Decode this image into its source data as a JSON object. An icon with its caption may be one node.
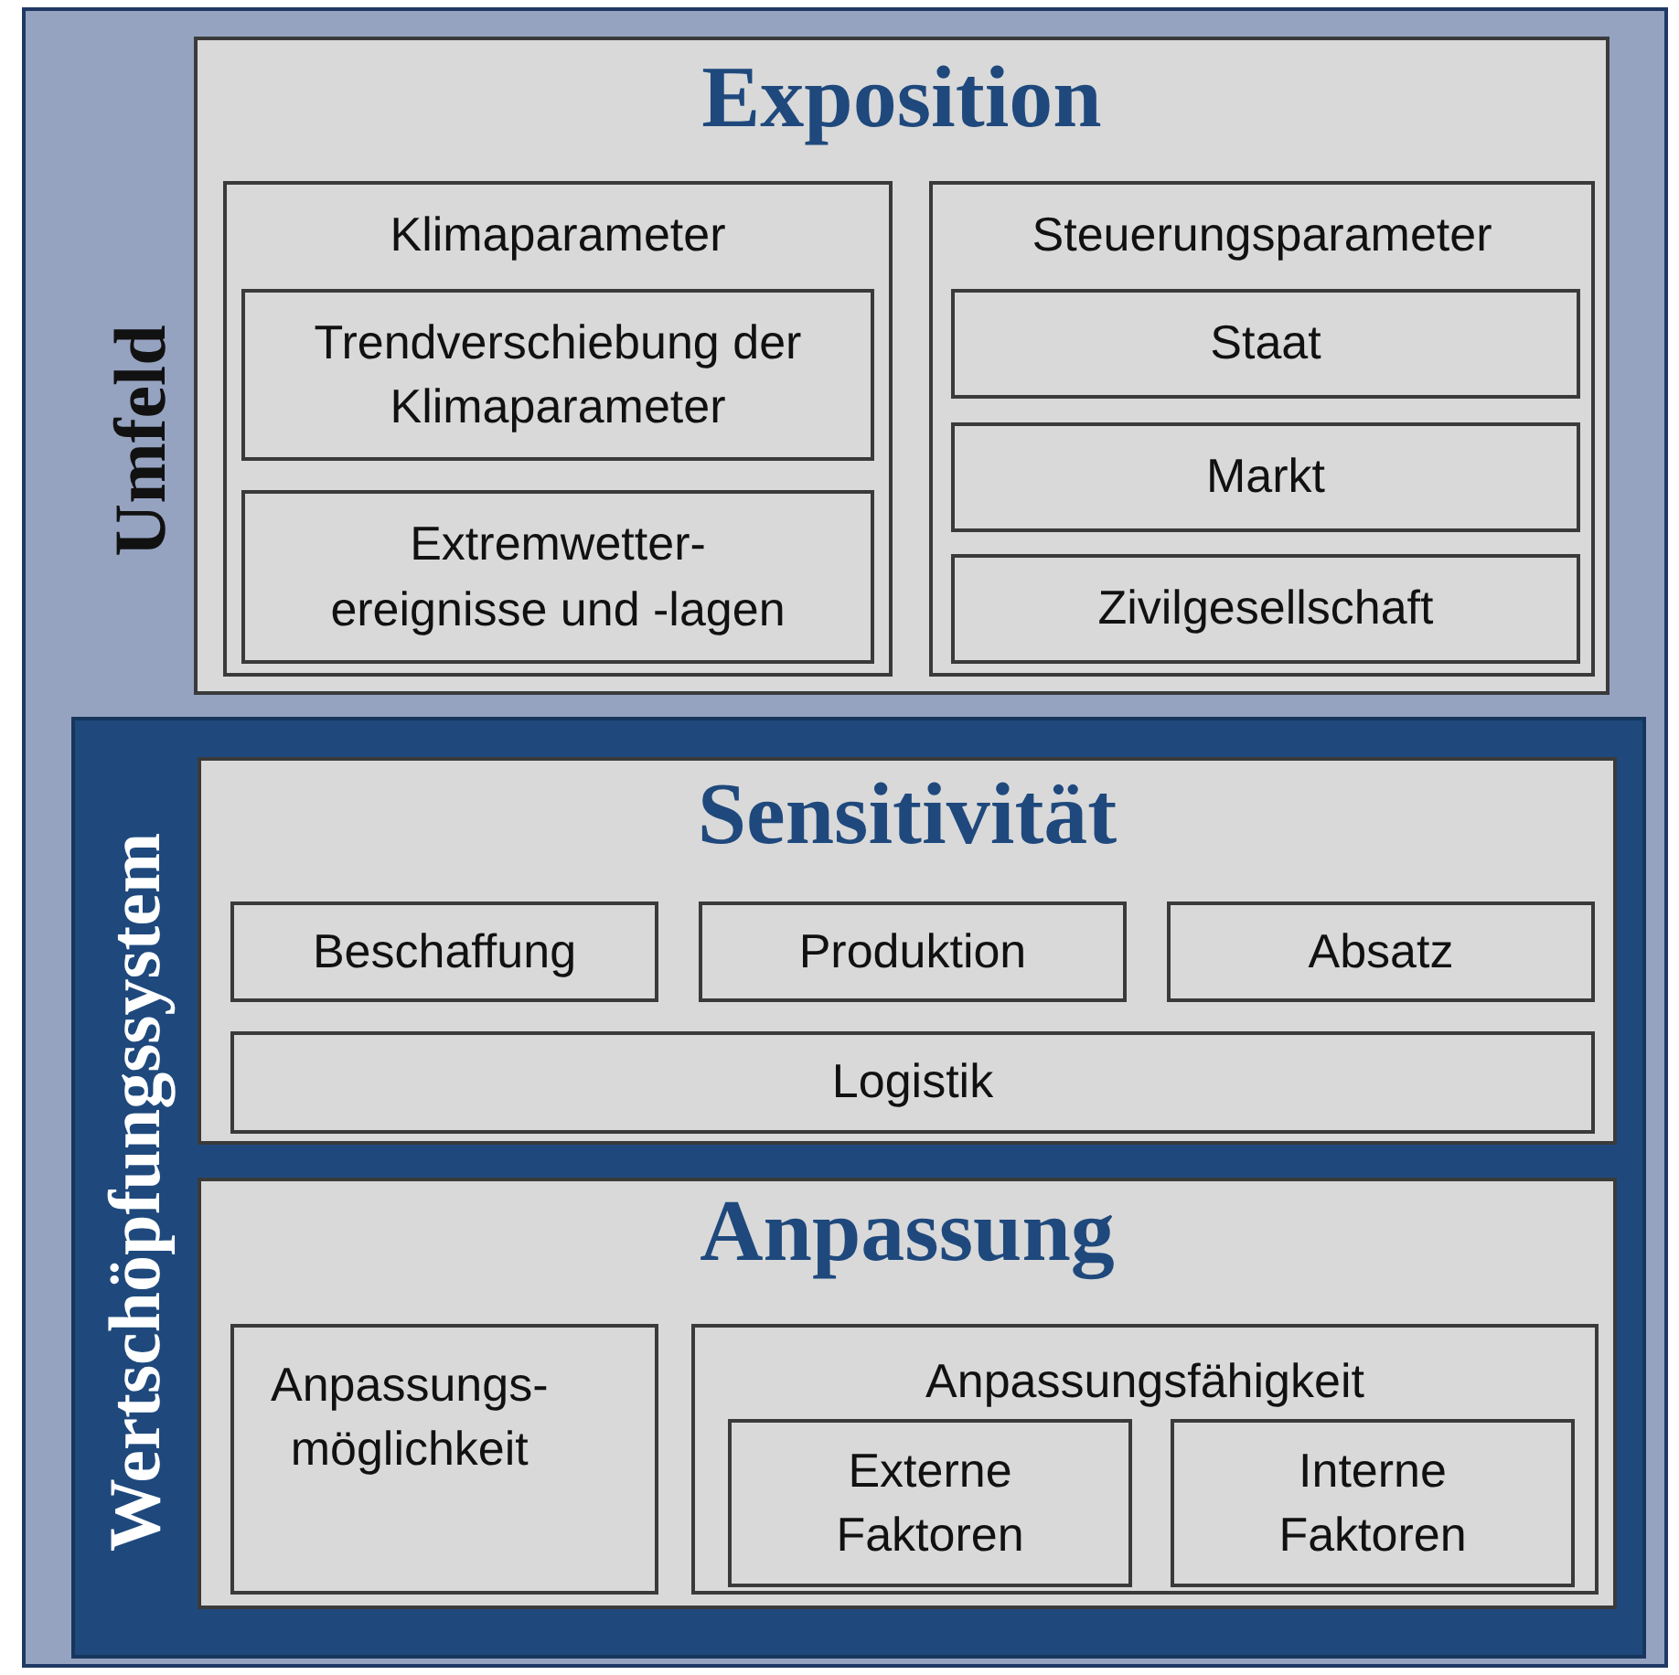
{
  "diagram": {
    "nodes": [
      {
        "text": [
          "Umfeld"
        ]
      },
      {
        "text": [
          "Exposition"
        ],
        "in": 0
      },
      {
        "text": [
          "Klimaparameter"
        ],
        "in": 1
      },
      {
        "text": [
          "Trendverschiebung der Klimaparameter"
        ],
        "in": 2
      },
      {
        "text": [
          "Extremwetter- ereignisse und -lagen"
        ],
        "in": 2
      },
      {
        "text": [
          "Steuerungsparameter"
        ],
        "in": 1
      },
      {
        "text": [
          "Staat"
        ],
        "in": 5
      },
      {
        "text": [
          "Markt"
        ],
        "in": 5
      },
      {
        "text": [
          "Zivilgesellschaft"
        ],
        "in": 5
      },
      {
        "text": [
          "Wertschöpfungssystem"
        ],
        "in": 0
      },
      {
        "text": [
          "Sensitivität"
        ],
        "in": 9
      },
      {
        "text": [
          "Beschaffung"
        ],
        "in": 10
      },
      {
        "text": [
          "Produktion"
        ],
        "in": 10
      },
      {
        "text": [
          "Absatz"
        ],
        "in": 10
      },
      {
        "text": [
          "Logistik"
        ],
        "in": 10
      },
      {
        "text": [
          "Anpassung"
        ],
        "in": 9
      },
      {
        "text": [
          "Anpassungs- möglichkeit"
        ],
        "in": 15
      },
      {
        "text": [
          "Anpassungsfähigkeit"
        ],
        "in": 15
      },
      {
        "text": [
          "Externe Faktoren"
        ],
        "in": 17
      },
      {
        "text": [
          "Interne Faktoren"
        ],
        "in": 17
      }
    ]
  }
}
